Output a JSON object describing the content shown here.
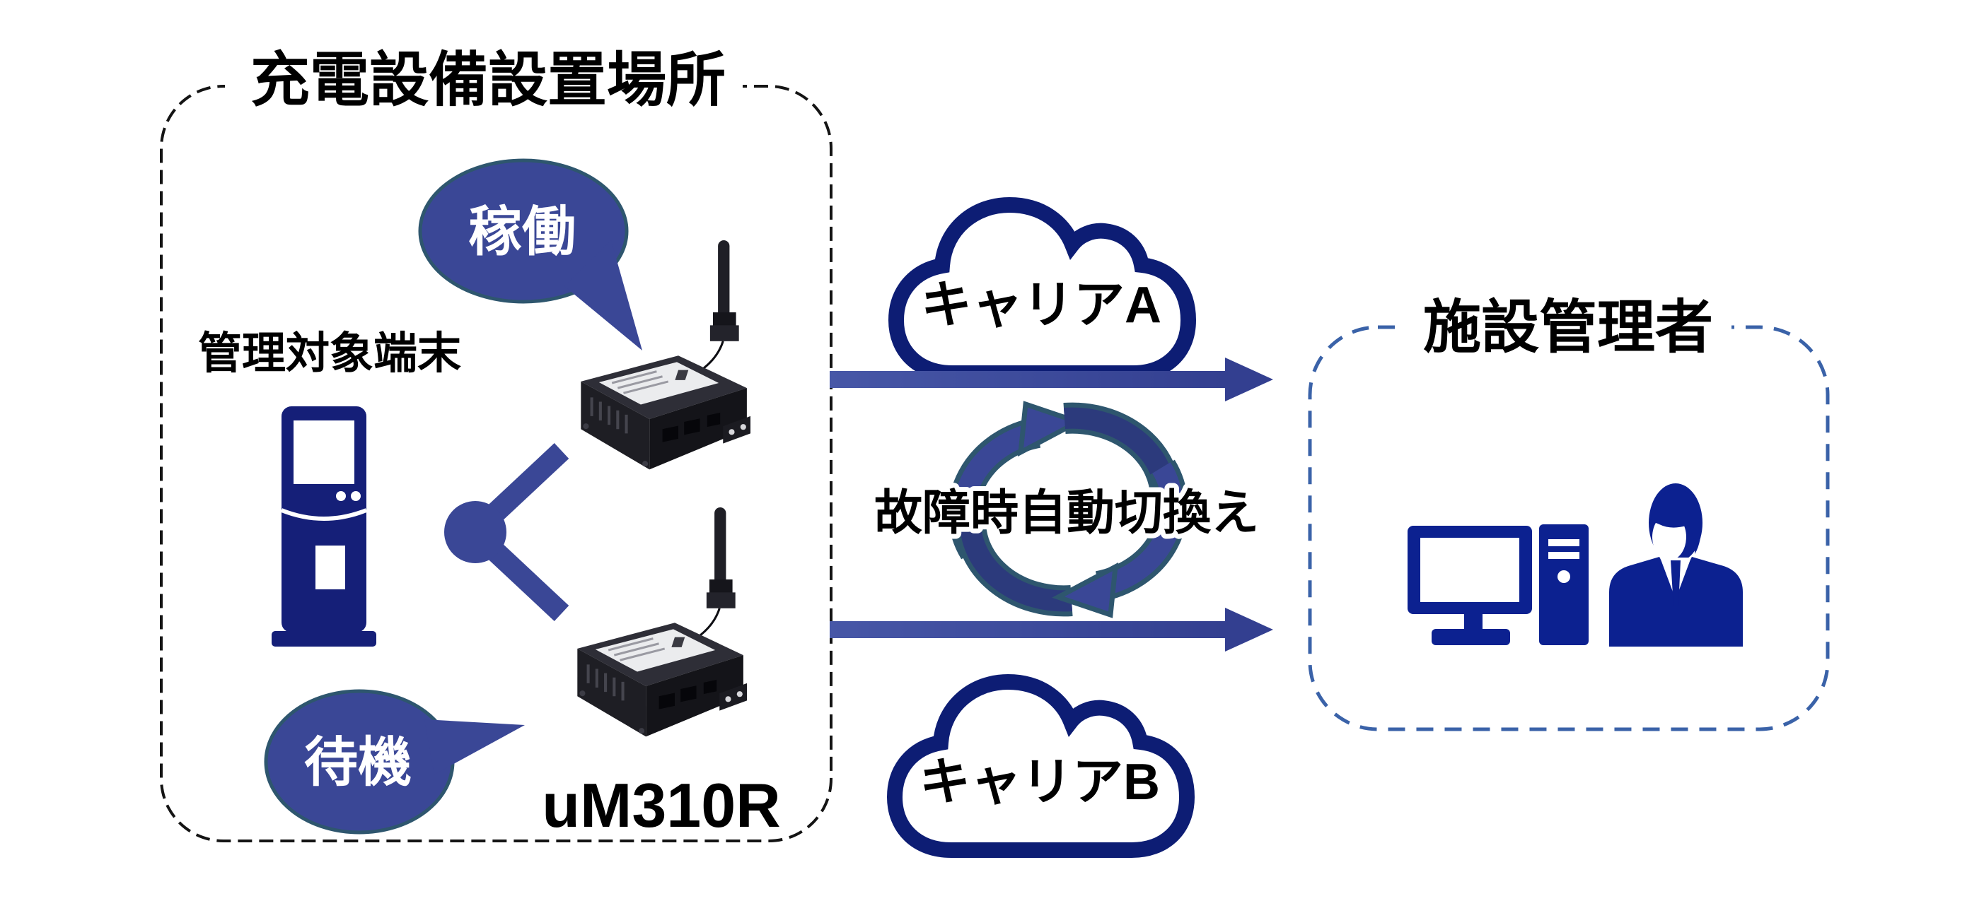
{
  "diagram_title_implicit": "uM310R dual-carrier failover diagram",
  "left_zone": {
    "title": "充電設備設置場所",
    "terminal_label": "管理対象端末",
    "status_active": "稼働",
    "status_standby": "待機",
    "device_model": "uM310R"
  },
  "network": {
    "carrier_a": "キャリアA",
    "carrier_b": "キャリアB",
    "failover_label": "故障時自動切換え"
  },
  "right_zone": {
    "title": "施設管理者"
  },
  "colors": {
    "navy": "#0d1d74",
    "icon_navy": "#0c2190",
    "kiosk_navy": "#151f78",
    "indigo": "#3a4796",
    "indigo_dark": "#2c3a7c",
    "outline_teal": "#2e566e",
    "arrow_from": "#4757a7",
    "arrow_to": "#333f90",
    "dash_black": "#141414",
    "dash_blue": "#3a62a8",
    "white": "#ffffff",
    "text": "#000000"
  }
}
